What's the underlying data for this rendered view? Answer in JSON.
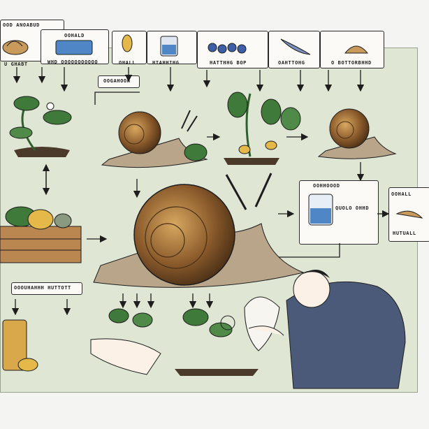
{
  "labels": {
    "top_left_header": "OOD ANOABUD",
    "top_left_sub": "U GHABT",
    "box_2_title": "OOHALD",
    "box_2_sub": "WHD OOOOOOOOOOO",
    "box_3": "OHALL",
    "box_4": "HIAHHIHG",
    "box_5": "HATTHHG BOP",
    "box_6": "OAHTTOHG",
    "box_7": "O BOTTORBHHD",
    "mid_left_label": "OOGAHOOH",
    "right_box_title": "OOHHOOOD",
    "right_box_sub": "QUOLO OHHD",
    "far_right_top": "OOHALL",
    "far_right_bottom": "HUTUALL",
    "bottom_left_label": "OOOUHAHHH HUTTOTT"
  },
  "colors": {
    "panel": "#dfe6d4",
    "shell_brown": "#8a5a2b",
    "body_tan": "#b9a58a",
    "leaf_green": "#3f7a3a",
    "ink": "#1d1d1d",
    "shirt_blue": "#4a5a78"
  }
}
